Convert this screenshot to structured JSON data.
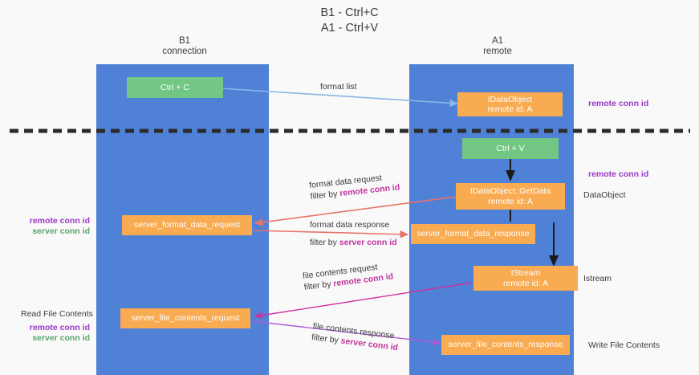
{
  "title": "B1 - Ctrl+C\nA1 - Ctrl+V",
  "colors": {
    "lane": "#4f81d7",
    "green_node": "#72c785",
    "orange_node": "#f8ab51",
    "remote_conn_id": "#9b37c6",
    "server_conn_id": "#5aa469",
    "divider": "#2b2b2b",
    "arrow_blue": "#8ab6e8",
    "arrow_red": "#e8736a",
    "arrow_magenta": "#d22ea0",
    "arrow_purple": "#b05ad8",
    "arrow_dark": "#1a1a1a",
    "background": "#f9f9f9"
  },
  "lanes": [
    {
      "name": "b1",
      "title": "B1\nconnection"
    },
    {
      "name": "a1",
      "title": "A1\nremote"
    }
  ],
  "nodes": {
    "ctrl_c": {
      "line1": "Ctrl + C",
      "line2": ""
    },
    "data_object": {
      "line1": "IDataObject",
      "line2": "remote id: A"
    },
    "ctrl_v": {
      "line1": "Ctrl + V",
      "line2": ""
    },
    "get_data": {
      "line1": "IDataObject::GetData",
      "line2": "remote id: A"
    },
    "server_format_data_request": {
      "line1": "server_format_data_request",
      "line2": ""
    },
    "server_format_data_response": {
      "line1": "server_format_data_response",
      "line2": ""
    },
    "istream": {
      "line1": "IStream",
      "line2": "remote id: A"
    },
    "server_file_contents_request": {
      "line1": "server_file_contents_request",
      "line2": ""
    },
    "server_file_contents_response": {
      "line1": "server_file_contents_response",
      "line2": ""
    }
  },
  "flows": {
    "format_list": {
      "line1": "format list"
    },
    "format_data_request": {
      "line1": "format data request",
      "line2_prefix": "filter by ",
      "line2_hl": "remote conn id"
    },
    "format_data_response": {
      "line1": "format data response",
      "line2_prefix": "filter by ",
      "line2_hl": "server conn id"
    },
    "file_contents_request": {
      "line1": "file contents request",
      "line2_prefix": "filter by ",
      "line2_hl": "remote conn id"
    },
    "file_contents_response": {
      "line1": "file contents response",
      "line2_prefix": "filter by ",
      "line2_hl": "server conn id"
    }
  },
  "annotations": {
    "right_remote_conn_id_top": "remote conn id",
    "right_remote_conn_id_mid": "remote conn id",
    "right_data_object": "DataObject",
    "right_istream": "Istream",
    "right_write_file_contents": "Write File Contents",
    "left_read_file_contents": "Read File Contents",
    "left_remote_conn_id": "remote conn id",
    "left_server_conn_id": "server conn id",
    "left_bottom_remote_conn_id": "remote conn id",
    "left_bottom_server_conn_id": "server conn id"
  }
}
